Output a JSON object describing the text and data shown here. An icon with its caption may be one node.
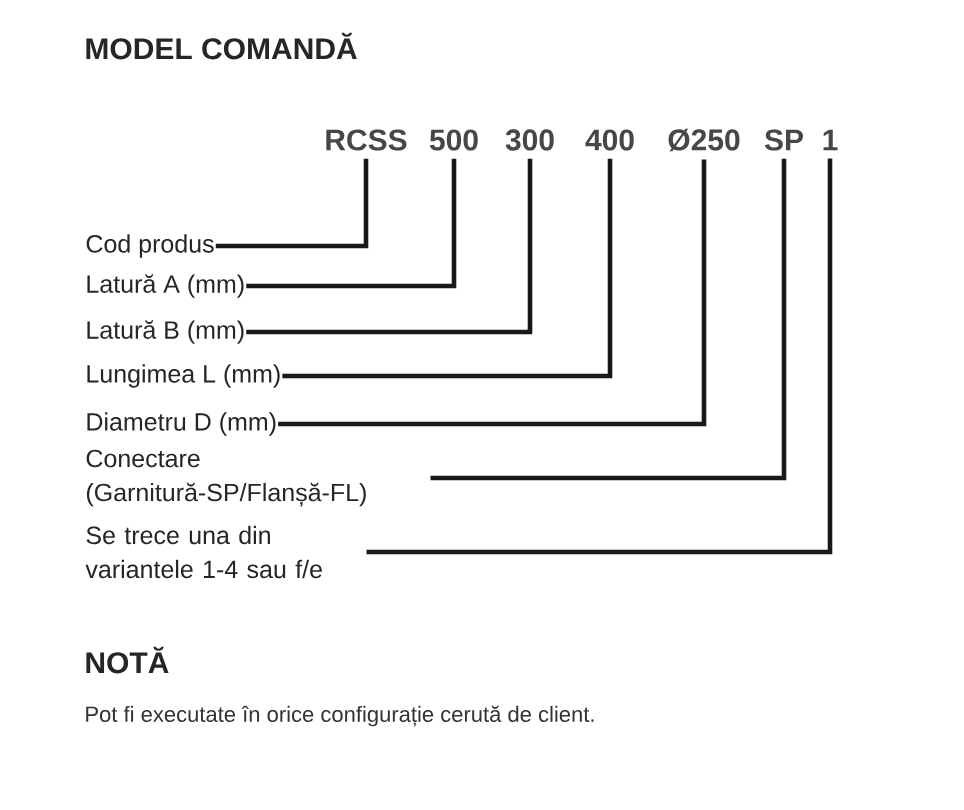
{
  "diagram": {
    "title": "MODEL COMANDĂ",
    "nodes": [
      {
        "text": [
          "RCSS"
        ]
      },
      {
        "text": [
          "500"
        ]
      },
      {
        "text": [
          "300"
        ]
      },
      {
        "text": [
          "400"
        ]
      },
      {
        "text": [
          "Ø250"
        ]
      },
      {
        "text": [
          "SP"
        ]
      },
      {
        "text": [
          "1"
        ]
      },
      {
        "text": [
          "Cod produs"
        ]
      },
      {
        "text": [
          "Latură A (mm)"
        ]
      },
      {
        "text": [
          "Latură B (mm)"
        ]
      },
      {
        "text": [
          "Lungimea L (mm)"
        ]
      },
      {
        "text": [
          "Diametru D (mm)"
        ]
      },
      {
        "text": [
          "Conectare (Garnitură-SP/Flanșă-FL)"
        ]
      },
      {
        "text": [
          "Se trece una din variantele 1-4 sau f/e"
        ]
      }
    ],
    "edges": [
      {
        "from": 7,
        "to": 0,
        "arrow": "none"
      },
      {
        "from": 8,
        "to": 1,
        "arrow": "none"
      },
      {
        "from": 9,
        "to": 2,
        "arrow": "none"
      },
      {
        "from": 10,
        "to": 3,
        "arrow": "none"
      },
      {
        "from": 11,
        "to": 4,
        "arrow": "none"
      },
      {
        "from": 12,
        "to": 5,
        "arrow": "none"
      },
      {
        "from": 13,
        "to": 6,
        "arrow": "none"
      }
    ],
    "labels": [
      "NOTĂ",
      "Pot fi executate în orice configurație cerută de client."
    ]
  }
}
